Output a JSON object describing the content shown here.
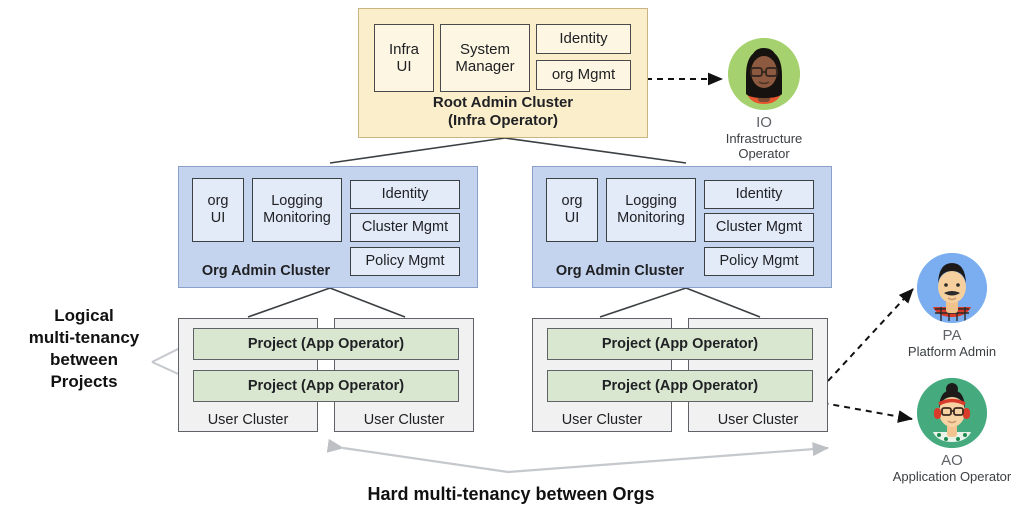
{
  "diagram": {
    "root_cluster": {
      "title_line1": "Root Admin Cluster",
      "title_line2": "(Infra Operator)",
      "components": [
        {
          "label": "Infra\nUI",
          "name": "infra-ui"
        },
        {
          "label": "System\nManager",
          "name": "system-manager"
        },
        {
          "label": "Identity",
          "name": "identity"
        },
        {
          "label": "org Mgmt",
          "name": "org-mgmt"
        }
      ],
      "fill": "#fbeecb"
    },
    "org_clusters": [
      {
        "title": "Org Admin Cluster",
        "components": [
          {
            "label": "org\nUI"
          },
          {
            "label": "Logging\nMonitoring"
          },
          {
            "label": "Identity"
          },
          {
            "label": "Cluster Mgmt"
          },
          {
            "label": "Policy Mgmt"
          }
        ],
        "projects": [
          "Project (App Operator)",
          "Project (App Operator)"
        ],
        "user_clusters": [
          "User Cluster",
          "User Cluster"
        ]
      },
      {
        "title": "Org Admin Cluster",
        "components": [
          {
            "label": "org\nUI"
          },
          {
            "label": "Logging\nMonitoring"
          },
          {
            "label": "Identity"
          },
          {
            "label": "Cluster Mgmt"
          },
          {
            "label": "Policy Mgmt"
          }
        ],
        "projects": [
          "Project (App Operator)",
          "Project  (App Operator)"
        ],
        "user_clusters": [
          "User Cluster",
          "User Cluster"
        ]
      }
    ],
    "personas": [
      {
        "abbr": "IO",
        "role": "Infrastructure Operator",
        "circle_color": "#a5d26f"
      },
      {
        "abbr": "PA",
        "role": "Platform Admin",
        "circle_color": "#7aaef0"
      },
      {
        "abbr": "AO",
        "role": "Application Operator",
        "circle_color": "#45ab7f"
      }
    ],
    "side_label": "Logical\nmulti-tenancy\nbetween\nProjects",
    "bottom_label": "Hard multi-tenancy between Orgs",
    "colors": {
      "org_fill": "#c5d4ee",
      "project_fill": "#d9e7d1",
      "user_cluster_fill": "#f1f1f1"
    }
  }
}
